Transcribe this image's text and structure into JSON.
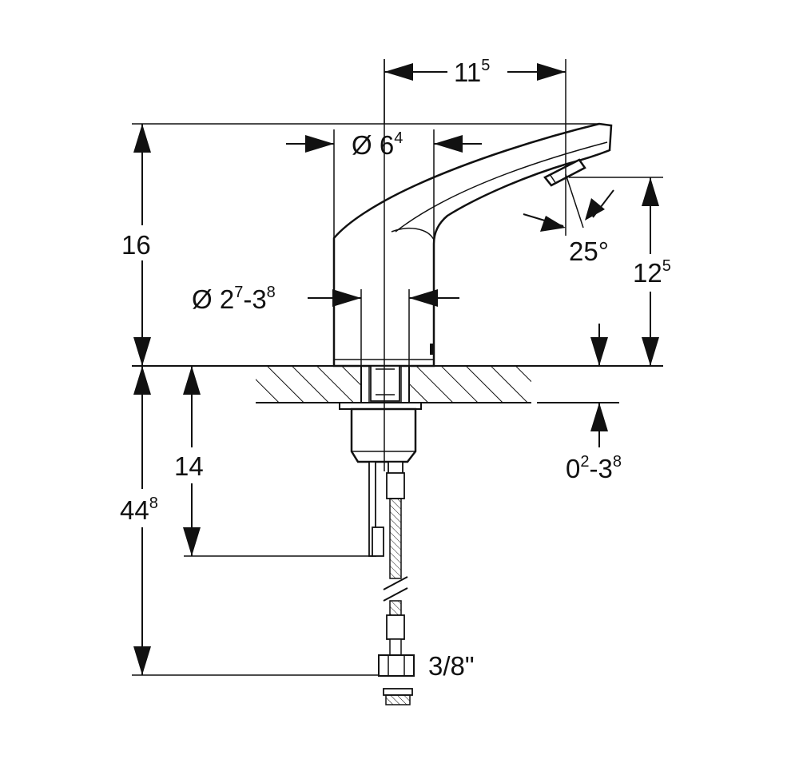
{
  "dimensions": {
    "spout_reach": {
      "base": "11",
      "sup": "5"
    },
    "spout_diameter": {
      "prefix": "Ø 6",
      "sup": "4"
    },
    "total_height": "16",
    "spout_angle": "25°",
    "outlet_height": {
      "base": "12",
      "sup": "5"
    },
    "hole_diameter": {
      "prefix": "Ø 2",
      "sup1": "7",
      "mid": "-3",
      "sup2": "8"
    },
    "shank_length": "14",
    "hose_length": {
      "base": "44",
      "sup": "8"
    },
    "deck_thickness": {
      "prefix": "0",
      "sup1": "2",
      "mid": "-3",
      "sup2": "8"
    },
    "connection_size": "3/8\""
  }
}
